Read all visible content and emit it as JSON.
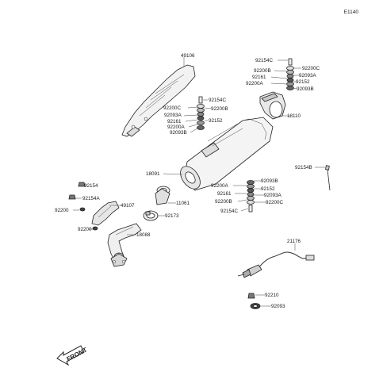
{
  "diagram_code": "E1140",
  "labels": {
    "p49106": "49106",
    "p92154C_a": "92154C",
    "p92200C_a": "92200C",
    "p92200B_a": "92200B",
    "p92093A_a": "92093A",
    "p92161_a": "92161",
    "p92152_a": "92152",
    "p92200A_a": "92200A",
    "p92093B_a": "92093B",
    "p18110": "18110",
    "p92154C_b": "92154C",
    "p92200C_b": "92200C",
    "p92200B_b": "92200B",
    "p92093A_b": "92093A",
    "p92161_b": "92161",
    "p92152_b": "92152",
    "p92200A_b": "92200A",
    "p92093B_b": "92093B",
    "p18091": "18091",
    "p92154B": "92154B",
    "p92093B_c": "92093B",
    "p92200A_c": "92200A",
    "p92152_c": "92152",
    "p92161_c": "92161",
    "p92093A_c": "92093A",
    "p92200B_c": "92200B",
    "p92200C_c": "92200C",
    "p92154C_c": "92154C",
    "p92154": "92154",
    "p92154A": "92154A",
    "p92200_a": "92200",
    "p49107": "49107",
    "p11061": "11061",
    "p92173": "92173",
    "p92200_b": "92200",
    "p18088": "18088",
    "p21176": "21176",
    "p92210": "92210",
    "p92093": "92093",
    "front": "FRONT"
  }
}
